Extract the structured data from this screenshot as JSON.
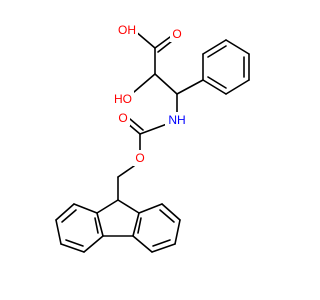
{
  "structure": {
    "atoms": {
      "oh_acid": {
        "text": "OH",
        "color": "#ff0000"
      },
      "o_acid": {
        "text": "O",
        "color": "#ff0000"
      },
      "oh_alpha": {
        "text": "HO",
        "color": "#ff0000"
      },
      "nh": {
        "text": "NH",
        "color": "#0000ff"
      },
      "o_carbonyl": {
        "text": "O",
        "color": "#ff0000"
      },
      "o_ester": {
        "text": "O",
        "color": "#ff0000"
      }
    },
    "bond_color": "#000000"
  }
}
